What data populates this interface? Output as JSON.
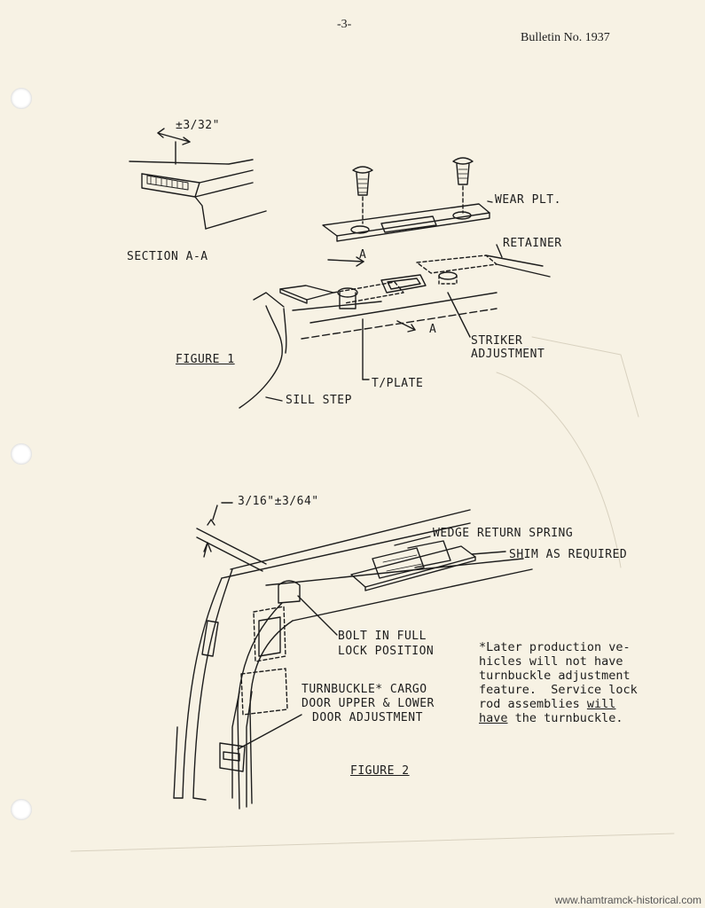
{
  "header": {
    "page_number": "-3-",
    "bulletin": "Bulletin No. 1937"
  },
  "figure1": {
    "caption": "FIGURE 1",
    "tolerance": "±3/32\"",
    "section": "SECTION A-A",
    "labels": {
      "wear_plate": "WEAR PLT.",
      "retainer": "RETAINER",
      "arrow_a1": "A",
      "arrow_a2": "A",
      "striker_1": "STRIKER",
      "striker_2": "ADJUSTMENT",
      "t_plate": "T/PLATE",
      "sill_step": "SILL STEP"
    }
  },
  "figure2": {
    "caption": "FIGURE 2",
    "dimension": "3/16\"±3/64\"",
    "labels": {
      "wedge_spring": "WEDGE RETURN SPRING",
      "shim": "SHIM AS REQUIRED",
      "bolt_1": "BOLT IN FULL",
      "bolt_2": "LOCK POSITION",
      "turnbuckle_1": "TURNBUCKLE* CARGO",
      "turnbuckle_2": "DOOR UPPER & LOWER",
      "turnbuckle_3": "DOOR ADJUSTMENT"
    },
    "note": {
      "line1": "*Later production ve-",
      "line2": "hicles will not have",
      "line3": "turnbuckle adjustment",
      "line4": "feature.  Service lock",
      "line5_pre": "rod assemblies ",
      "line5_ul": "will",
      "line6_ul": "have",
      "line6_post": " the turnbuckle."
    }
  },
  "watermark": "www.hamtramck-historical.com"
}
